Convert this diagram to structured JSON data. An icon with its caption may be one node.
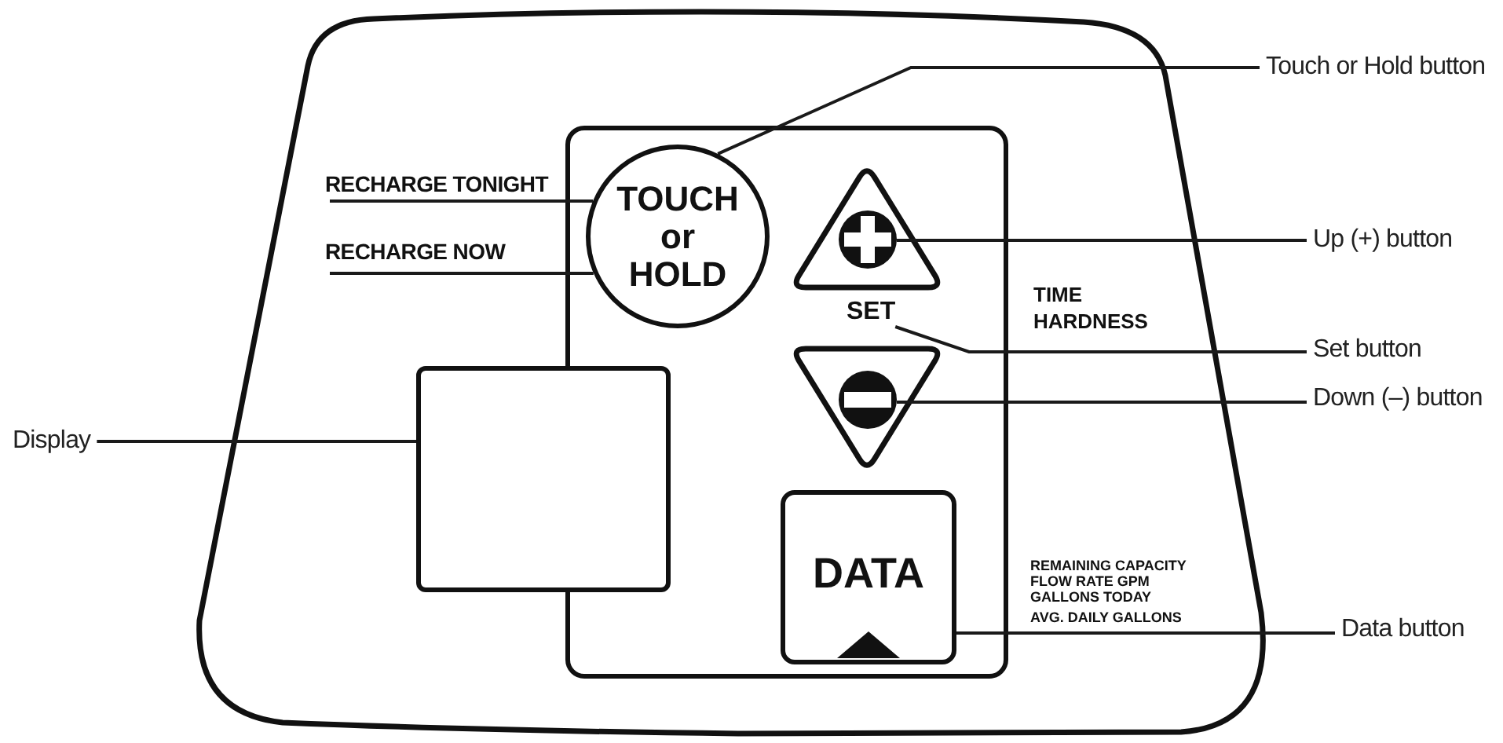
{
  "diagram": {
    "nodes": [
      {
        "text": [],
        "shape": "box"
      },
      {
        "text": [],
        "shape": "box",
        "in": 0
      },
      {
        "text": [
          "Touch or Hold button"
        ]
      },
      {
        "text": [
          "RECHARGE TONIGHT"
        ],
        "in": 0
      },
      {
        "text": [
          "TOUCH or HOLD"
        ],
        "in": 1
      },
      {
        "text": [],
        "shape": "triangle",
        "in": 1
      },
      {
        "text": [
          "Up (+) button"
        ]
      },
      {
        "text": [
          "RECHARGE NOW"
        ],
        "in": 0
      },
      {
        "text": [
          "SET"
        ],
        "in": 1
      },
      {
        "text": [
          "Set button"
        ]
      },
      {
        "text": [],
        "shape": "triangle",
        "in": 1
      },
      {
        "text": [
          "Down (–) button"
        ]
      },
      {
        "text": [
          "Display"
        ]
      },
      {
        "text": [],
        "shape": "box",
        "in": 0
      },
      {
        "text": [
          "DATA"
        ],
        "in": 1
      },
      {
        "text": [
          "Data button"
        ]
      }
    ],
    "edges": [
      {
        "from": 2,
        "to": 4,
        "arrow": "none"
      },
      {
        "from": 3,
        "to": 4,
        "arrow": "none"
      },
      {
        "from": 7,
        "to": 4,
        "arrow": "none"
      },
      {
        "from": 6,
        "to": 5,
        "arrow": "none"
      },
      {
        "from": 9,
        "to": 8,
        "arrow": "none"
      },
      {
        "from": 11,
        "to": 10,
        "arrow": "none"
      },
      {
        "from": 12,
        "to": 13,
        "arrow": "none"
      },
      {
        "from": 15,
        "to": 14,
        "arrow": "none"
      }
    ],
    "labels": [
      "TIME",
      "HARDNESS",
      "REMAINING CAPACITY",
      "FLOW RATE GPM",
      "GALLONS TODAY",
      "AVG. DAILY GALLONS"
    ]
  }
}
